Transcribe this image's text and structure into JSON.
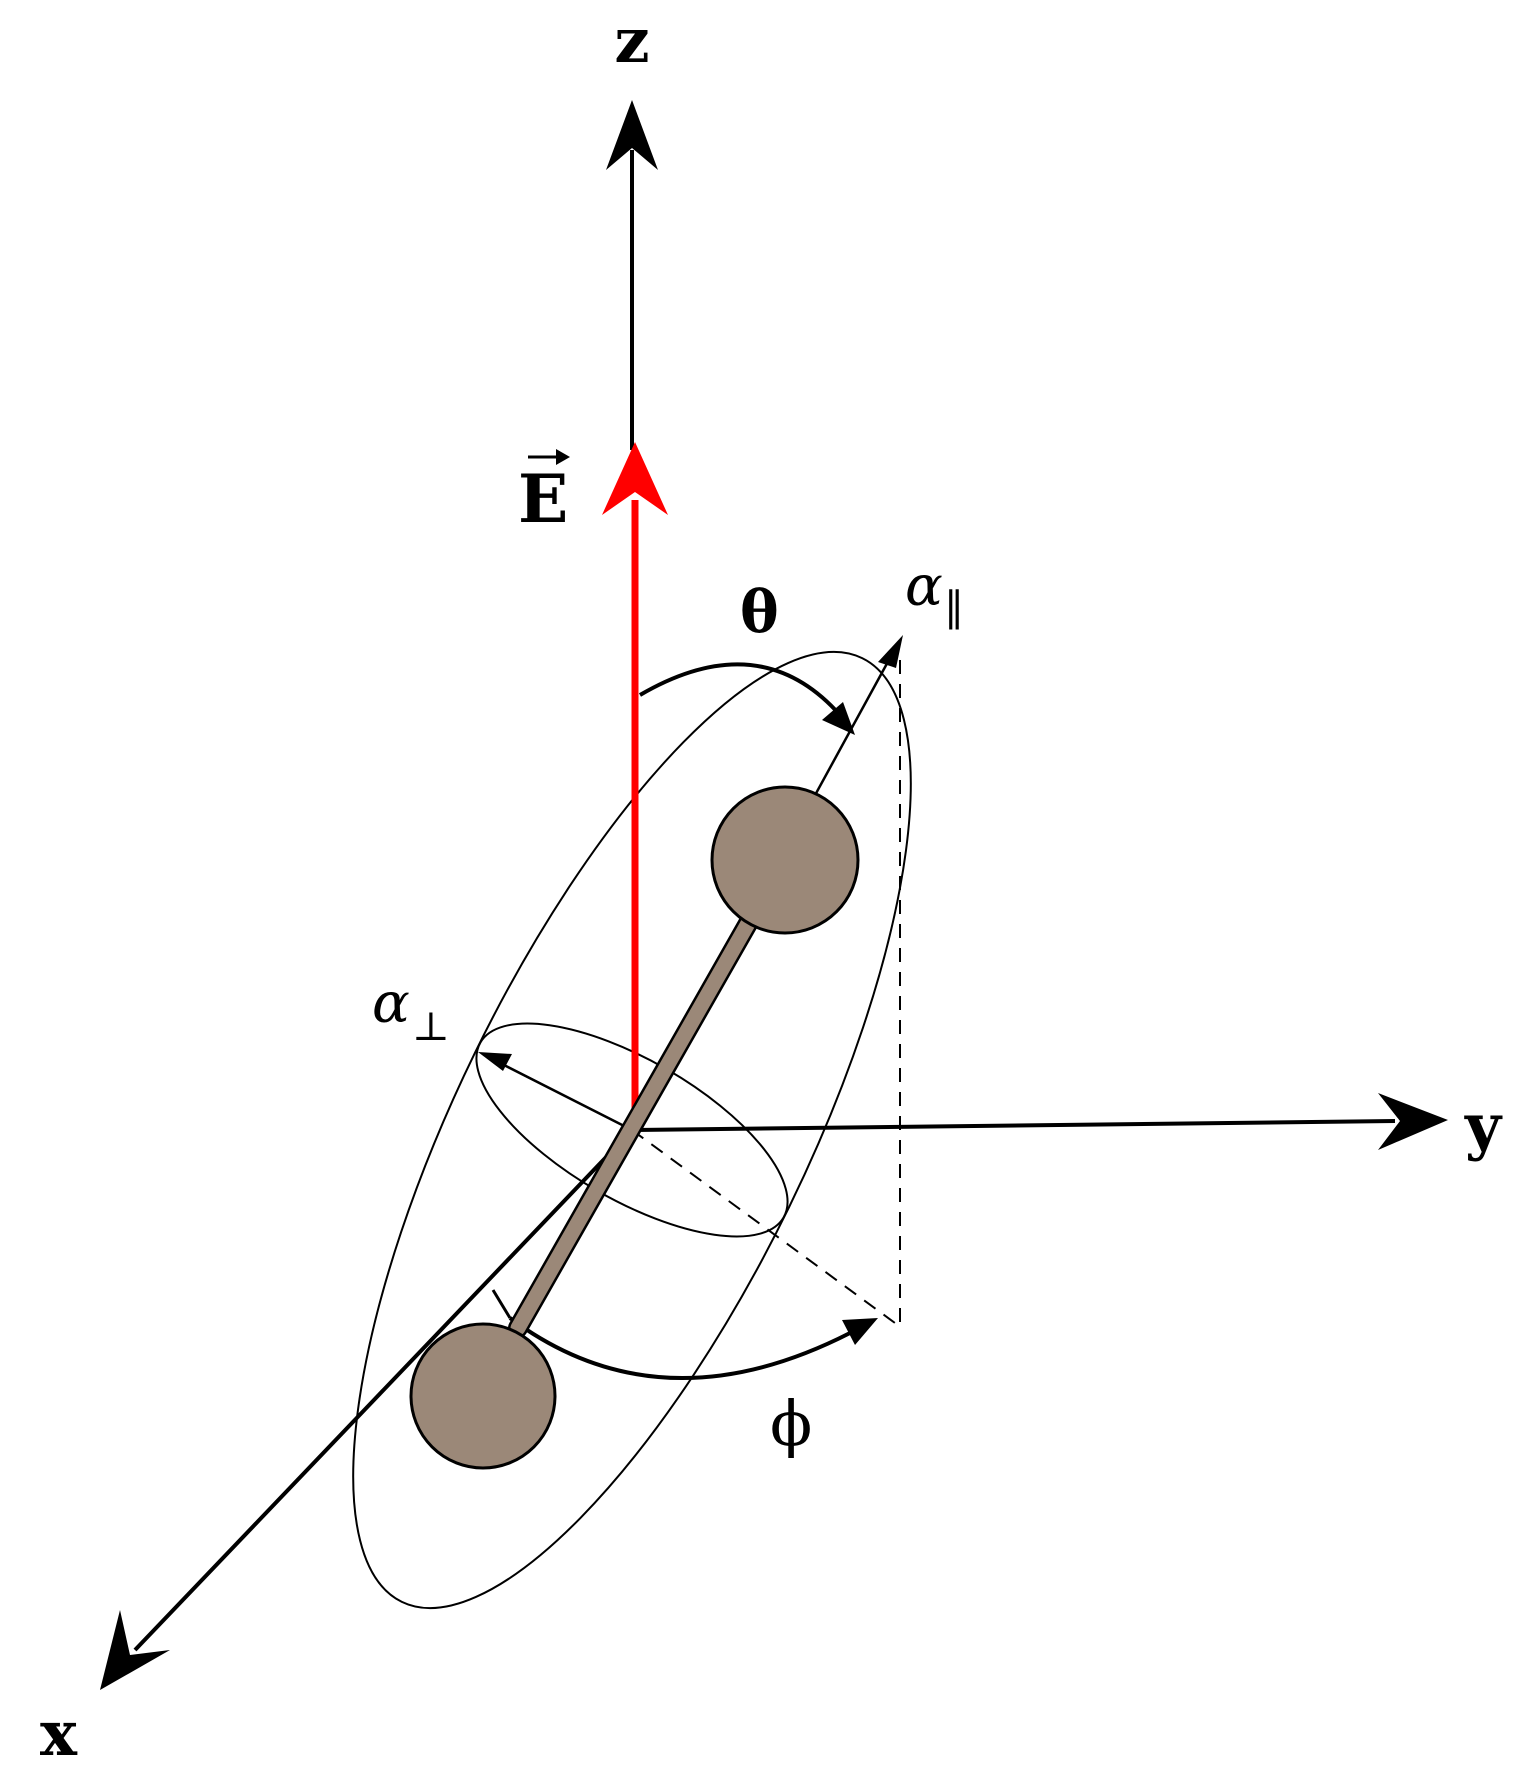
{
  "axes": {
    "z_label": "z",
    "y_label": "y",
    "x_label": "x"
  },
  "field": {
    "label": "E",
    "has_vector_arrow": true,
    "color": "#ff0000"
  },
  "angles": {
    "theta_label": "θ",
    "phi_label": "ϕ"
  },
  "polarizability": {
    "parallel_symbol": "α",
    "parallel_subscript": "‖",
    "perpendicular_symbol": "α",
    "perpendicular_subscript": "⊥"
  },
  "molecule": {
    "atom_fill": "#9b8878",
    "bond_fill": "#9b8878",
    "outline": "#000000"
  }
}
